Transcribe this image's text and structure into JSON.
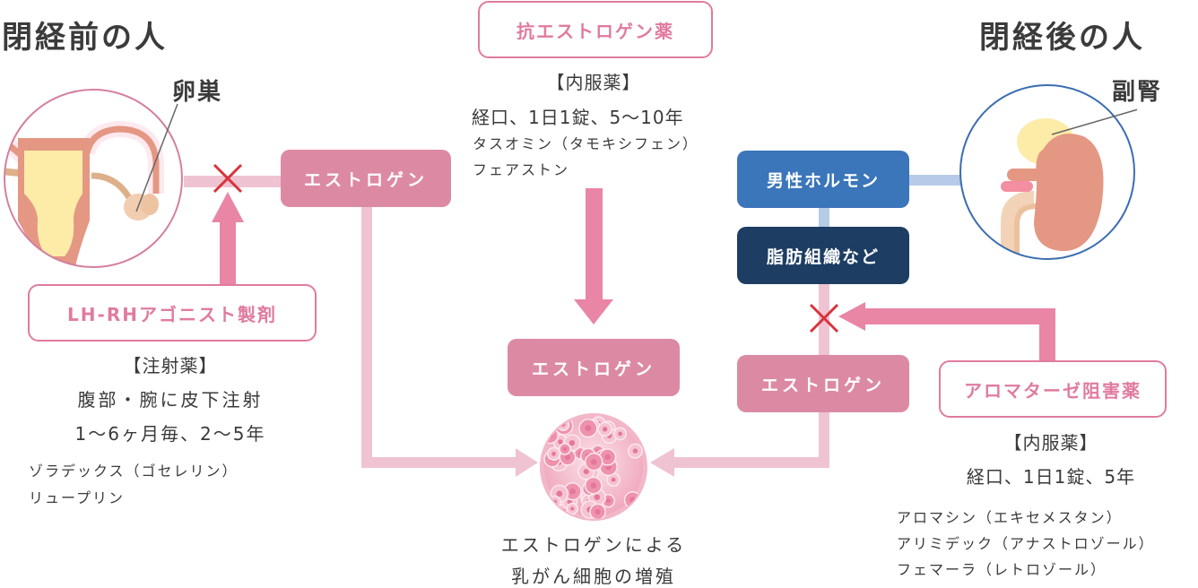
{
  "headings": {
    "premenopause": "閉経前の人",
    "postmenopause": "閉経後の人"
  },
  "organs": {
    "ovary": "卵巣",
    "adrenal": "副腎"
  },
  "hormone_boxes": {
    "estrogen_pre": "エストロゲン",
    "estrogen_center": "エストロゲン",
    "estrogen_post": "エストロゲン",
    "androgen": "男性ホルモン",
    "adipose": "脂肪組織など"
  },
  "drugs": {
    "lhrh": {
      "title": "LH-RHアゴニスト製剤",
      "type": "【注射薬】",
      "lines": [
        "腹部・腕に皮下注射",
        "1〜6ヶ月毎、2〜5年"
      ],
      "names": [
        "ゾラデックス（ゴセレリン）",
        "リュープリン"
      ]
    },
    "antiestrogen": {
      "title": "抗エストロゲン薬",
      "type": "【内服薬】",
      "lines": [
        "経口、1日1錠、5〜10年"
      ],
      "names": [
        "タスオミン（タモキシフェン）",
        "フェアストン"
      ]
    },
    "aromatase": {
      "title": "アロマターゼ阻害薬",
      "type": "【内服薬】",
      "lines": [
        "経口、1日1錠、5年"
      ],
      "names": [
        "アロマシン（エキセメスタン）",
        "アリミデック（アナストロゾール）",
        "フェマーラ（レトロゾール）"
      ]
    }
  },
  "outcome": {
    "line1": "エストロゲンによる",
    "line2": "乳がん細胞の増殖"
  },
  "colors": {
    "estrogen_box": "#dc8aa4",
    "drug_outline": "#e07b9f",
    "drug_arrow": "#e985a5",
    "flow_line": "#efc3d2",
    "androgen_box": "#3b75ba",
    "adipose_box": "#1d3d63",
    "blue_line": "#b7cbe8",
    "block_x": "#d9323b"
  }
}
